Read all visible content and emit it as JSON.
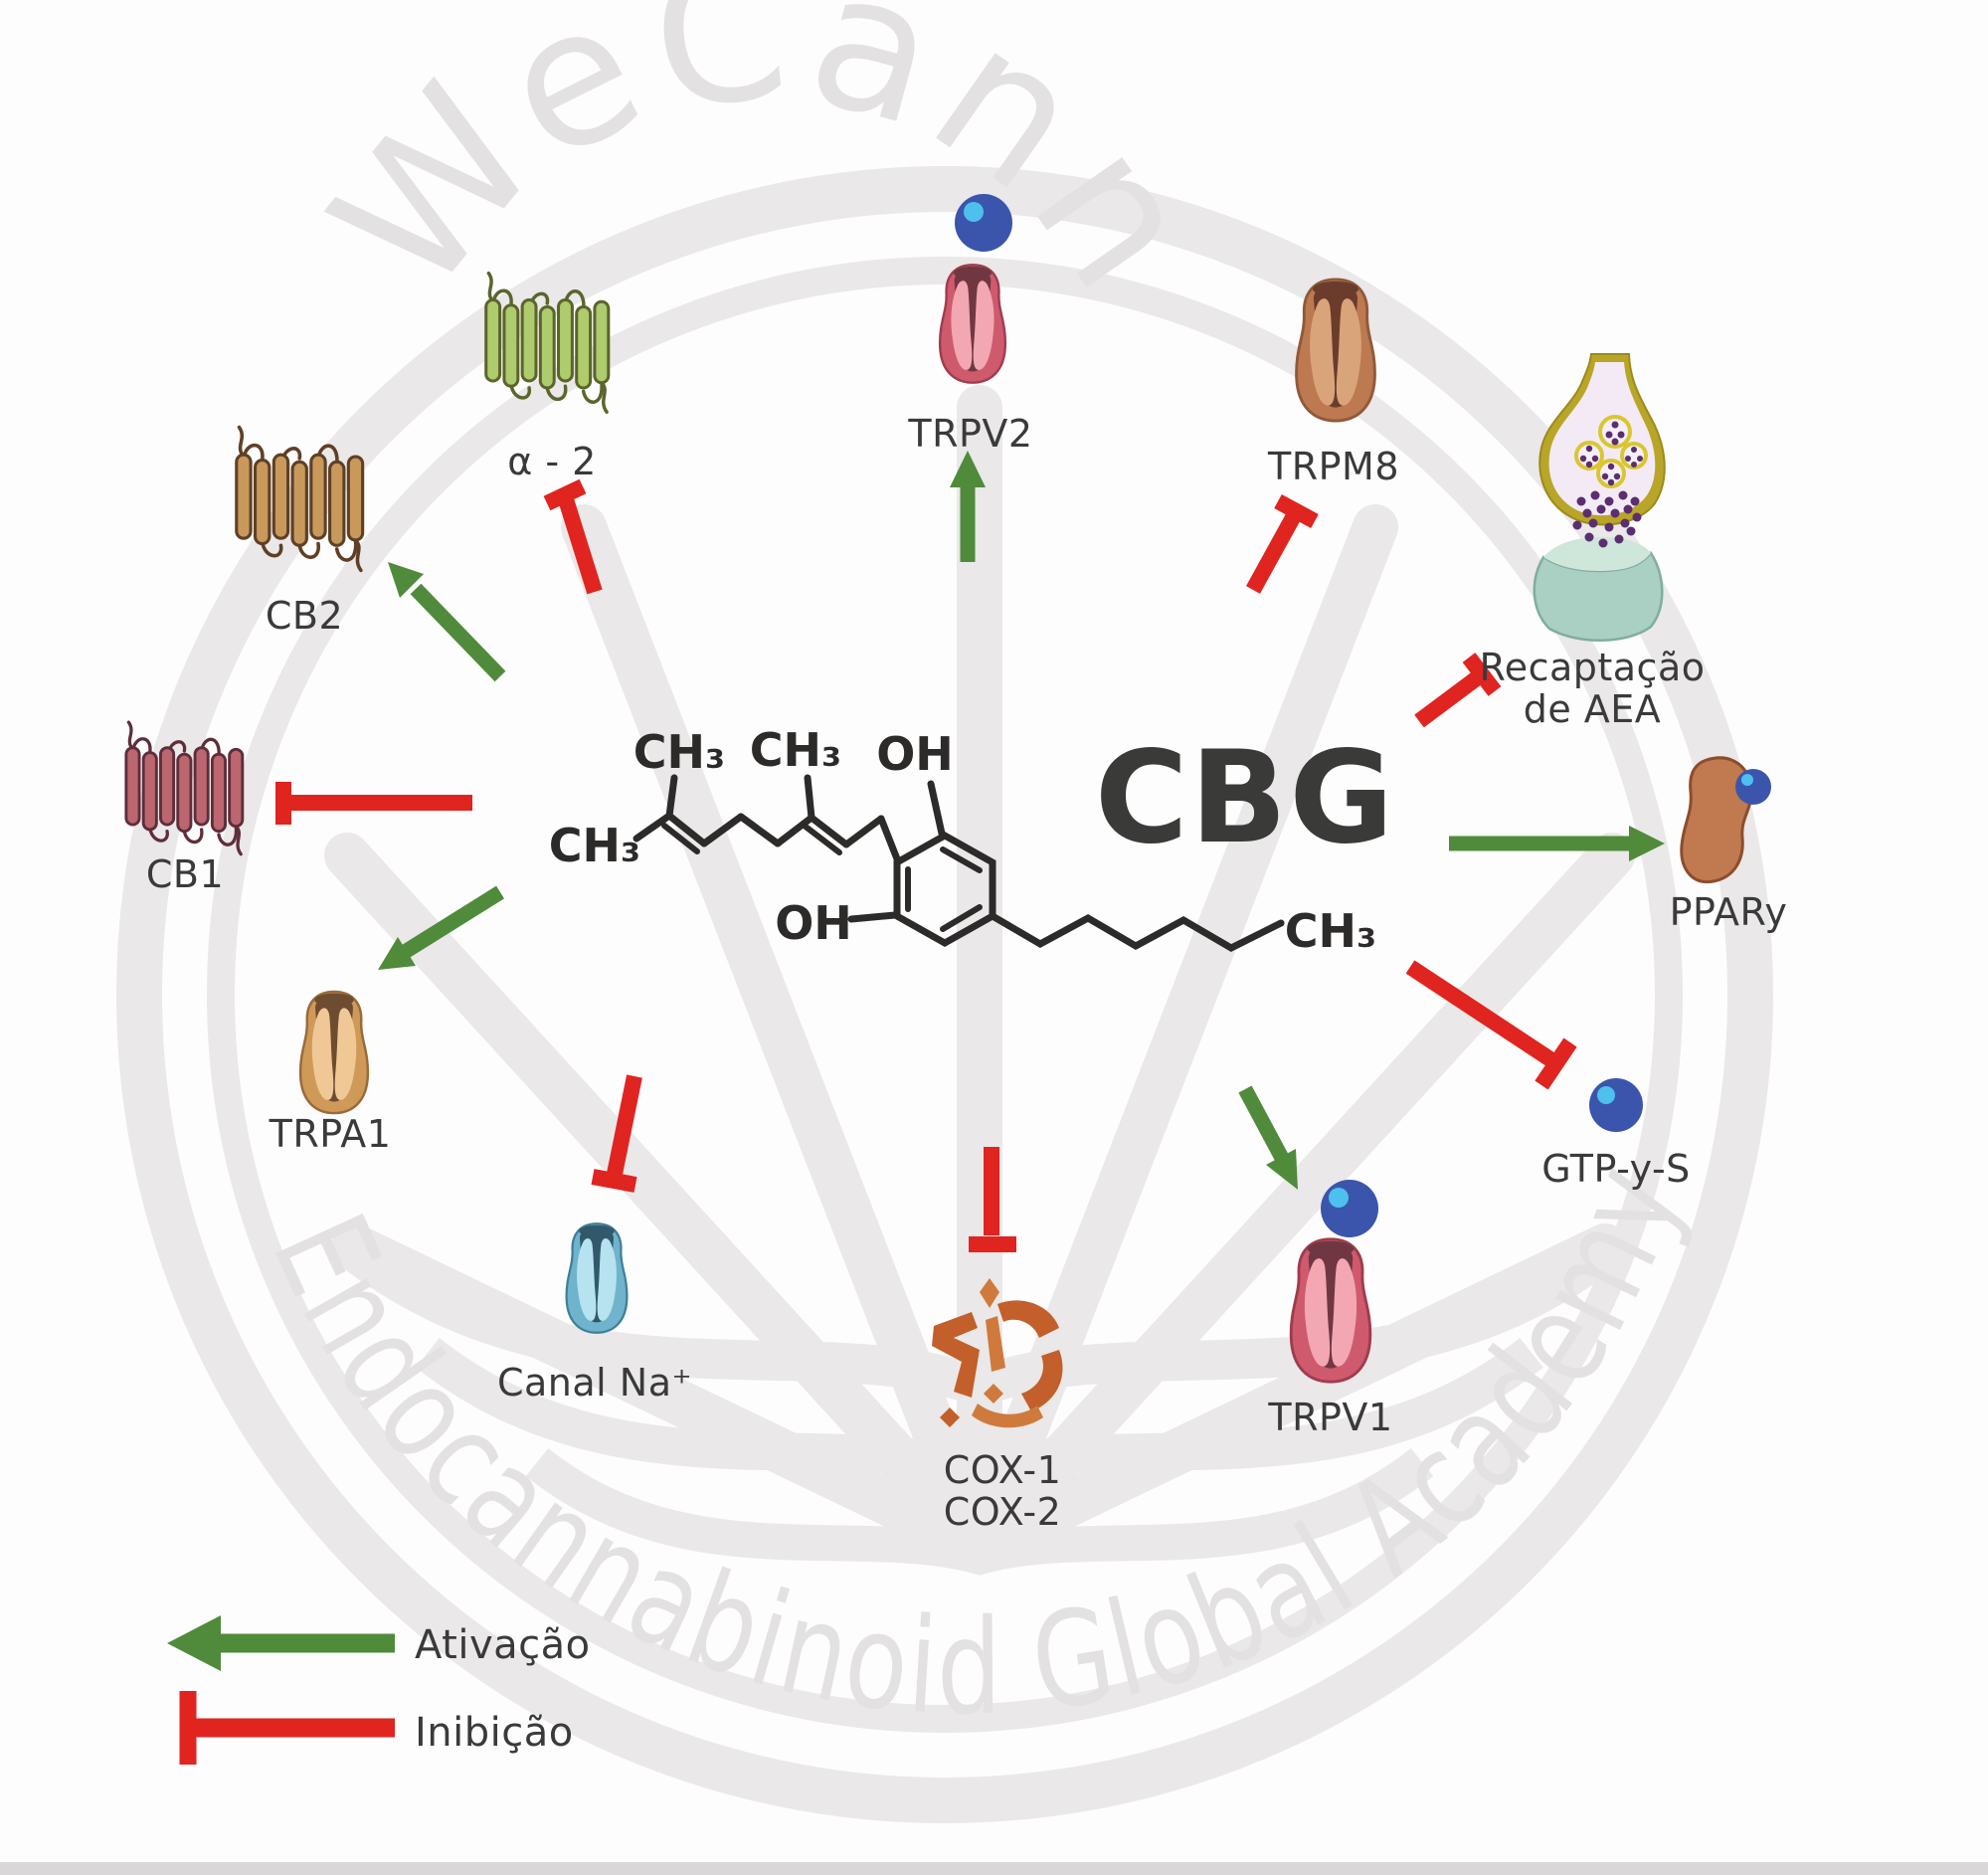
{
  "watermark": {
    "brand": "WeCann",
    "tagline": "Endocannabinoid Global Academy"
  },
  "center": {
    "compound": "CBG"
  },
  "molecule": {
    "methyl": "CH₃",
    "hydroxyl": "OH"
  },
  "legend": {
    "activation": {
      "label": "Ativação",
      "color": "#4f8b3b"
    },
    "inhibition": {
      "label": "Inibição",
      "color": "#e02420"
    }
  },
  "targets": [
    {
      "id": "cb2",
      "label": "CB2",
      "effect": "ativação"
    },
    {
      "id": "alpha2",
      "label": "α - 2",
      "effect": "inibição"
    },
    {
      "id": "trpv2",
      "label": "TRPV2",
      "effect": "ativação"
    },
    {
      "id": "trpm8",
      "label": "TRPM8",
      "effect": "inibição"
    },
    {
      "id": "aea",
      "label": "Recaptação\nde AEA",
      "effect": "inibição"
    },
    {
      "id": "ppary",
      "label": "PPARy",
      "effect": "ativação"
    },
    {
      "id": "gtpys",
      "label": "GTP-y-S",
      "effect": "inibição"
    },
    {
      "id": "trpv1",
      "label": "TRPV1",
      "effect": "ativação"
    },
    {
      "id": "cox",
      "label": "COX-1\nCOX-2",
      "effect": "inibição"
    },
    {
      "id": "canalna",
      "label": "Canal Na⁺",
      "effect": "inibição"
    },
    {
      "id": "trpa1",
      "label": "TRPA1",
      "effect": "ativação"
    },
    {
      "id": "cb1",
      "label": "CB1",
      "effect": "inibição"
    }
  ]
}
